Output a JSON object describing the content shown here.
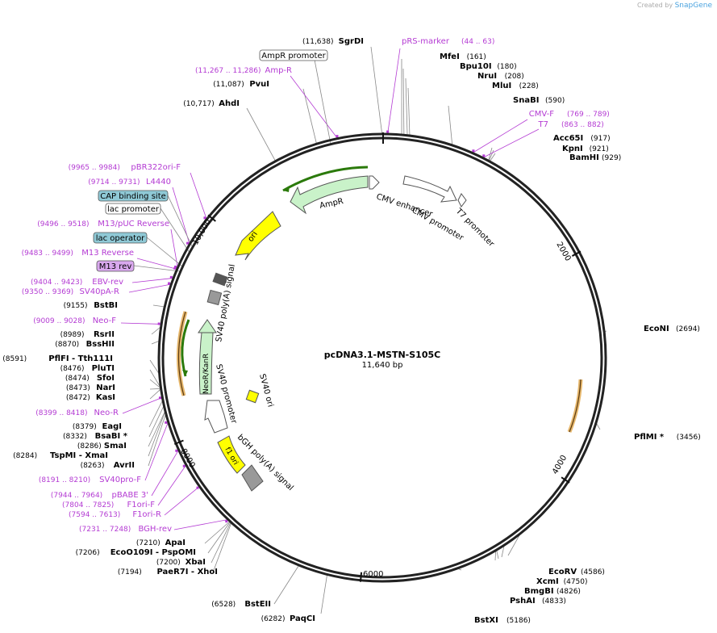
{
  "app": {
    "credit_prefix": "Created by",
    "credit_brand": "SnapGene"
  },
  "plasmid": {
    "name": "pcDNA3.1-MSTN-S105C",
    "size_label": "11,640 bp",
    "length": 11640
  },
  "ticks": [
    "2000",
    "4000",
    "6000",
    "8000",
    "10,000"
  ],
  "colors": {
    "enzyme": "#000000",
    "primer": "#b43bd3",
    "leader": "#888888",
    "primer_leader": "#b43bd3"
  },
  "enzymes": {
    "right": [
      {
        "name": "MfeI",
        "pos": "(161)"
      },
      {
        "name": "Bpu10I",
        "pos": "(180)"
      },
      {
        "name": "NruI",
        "pos": "(208)"
      },
      {
        "name": "MluI",
        "pos": "(228)"
      },
      {
        "name": "SnaBI",
        "pos": "(590)"
      },
      {
        "name": "Acc65I",
        "pos": "(917)"
      },
      {
        "name": "KpnI",
        "pos": "(921)"
      },
      {
        "name": "BamHI",
        "pos": "(929)"
      },
      {
        "name": "EcoNI",
        "pos": "(2694)"
      },
      {
        "name": "PflMI *",
        "pos": "(3456)"
      },
      {
        "name": "EcoRV",
        "pos": "(4586)"
      },
      {
        "name": "XcmI",
        "pos": "(4750)"
      },
      {
        "name": "BmgBI",
        "pos": "(4826)"
      },
      {
        "name": "PshAI",
        "pos": "(4833)"
      },
      {
        "name": "BstXI",
        "pos": "(5186)"
      }
    ],
    "left": [
      {
        "name": "SgrDI",
        "pos": "(11,638)"
      },
      {
        "name": "PvuI",
        "pos": "(11,087)"
      },
      {
        "name": "AhdI",
        "pos": "(10,717)"
      },
      {
        "name": "BstBI",
        "pos": "(9155)"
      },
      {
        "name": "RsrII",
        "pos": "(8989)"
      },
      {
        "name": "BssHII",
        "pos": "(8870)"
      },
      {
        "name": "PflFI  - Tth111I",
        "pos": "(8591)"
      },
      {
        "name": "PluTI",
        "pos": "(8476)"
      },
      {
        "name": "SfoI",
        "pos": "(8474)"
      },
      {
        "name": "NarI",
        "pos": "(8473)"
      },
      {
        "name": "KasI",
        "pos": "(8472)"
      },
      {
        "name": "EagI",
        "pos": "(8379)"
      },
      {
        "name": "BsaBI *",
        "pos": "(8332)"
      },
      {
        "name": "SmaI",
        "pos": "(8286)"
      },
      {
        "name": "TspMI  - XmaI",
        "pos": "(8284)"
      },
      {
        "name": "AvrII",
        "pos": "(8263)"
      },
      {
        "name": "ApaI",
        "pos": "(7210)"
      },
      {
        "name": "EcoO109I  - PspOMI",
        "pos": "(7206)"
      },
      {
        "name": "XbaI",
        "pos": "(7200)"
      },
      {
        "name": "PaeR7I  - XhoI",
        "pos": "(7194)"
      },
      {
        "name": "BstEII",
        "pos": "(6528)"
      },
      {
        "name": "PaqCI",
        "pos": "(6282)"
      }
    ]
  },
  "primers": [
    {
      "name": "pRS-marker",
      "range": "(44 .. 63)"
    },
    {
      "name": "CMV-F",
      "range": "(769 .. 789)"
    },
    {
      "name": "T7",
      "range": "(863 .. 882)"
    },
    {
      "name": "Amp-R",
      "range": "(11,267 .. 11,286)"
    },
    {
      "name": "pBR322ori-F",
      "range": "(9965 .. 9984)"
    },
    {
      "name": "L4440",
      "range": "(9714 .. 9731)"
    },
    {
      "name": "M13/pUC Reverse",
      "range": "(9496 .. 9518)"
    },
    {
      "name": "M13 Reverse",
      "range": "(9483 .. 9499)"
    },
    {
      "name": "EBV-rev",
      "range": "(9404 .. 9423)"
    },
    {
      "name": "SV40pA-R",
      "range": "(9350 .. 9369)"
    },
    {
      "name": "Neo-F",
      "range": "(9009 .. 9028)"
    },
    {
      "name": "Neo-R",
      "range": "(8399 .. 8418)"
    },
    {
      "name": "SV40pro-F",
      "range": "(8191 .. 8210)"
    },
    {
      "name": "pBABE 3'",
      "range": "(7944 .. 7964)"
    },
    {
      "name": "F1ori-F",
      "range": "(7804 .. 7825)"
    },
    {
      "name": "F1ori-R",
      "range": "(7594 .. 7613)"
    },
    {
      "name": "BGH-rev",
      "range": "(7231 .. 7248)"
    }
  ],
  "boxed_labels": [
    {
      "name": "AmpR promoter",
      "fill": "#ffffff"
    },
    {
      "name": "CAP binding site",
      "fill": "#8fc9d6"
    },
    {
      "name": "lac promoter",
      "fill": "#ffffff"
    },
    {
      "name": "lac operator",
      "fill": "#8fc9d6"
    },
    {
      "name": "M13 rev",
      "fill": "#d9a8ee"
    }
  ],
  "features": {
    "ampr": "AmpR",
    "cmv_enhancer": "CMV enhancer",
    "cmv_promoter": "CMV promoter",
    "t7_promoter": "T7 promoter",
    "ori": "ori",
    "sv40_polya": "SV40 poly(A) signal",
    "neor": "NeoR/KanR",
    "sv40_promoter": "SV40 promoter",
    "sv40_ori": "SV40 ori",
    "bgh_polya": "bGH poly(A) signal",
    "f1_ori": "f1 ori"
  }
}
